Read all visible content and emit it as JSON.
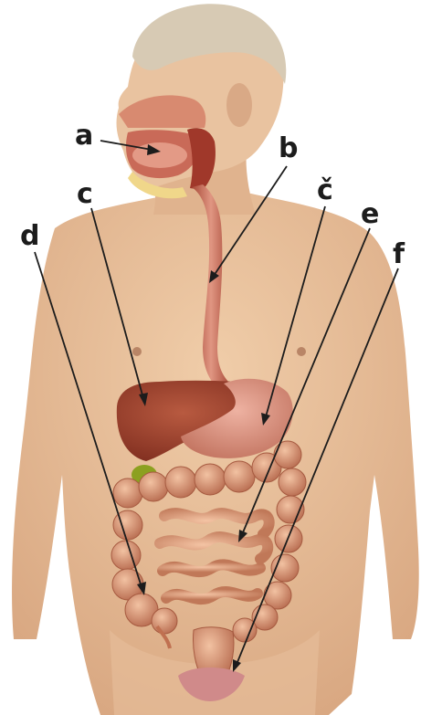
{
  "labels": {
    "a": "a",
    "b": "b",
    "c": "c",
    "c_caron": "č",
    "d": "d",
    "e": "e",
    "f": "f"
  },
  "colors": {
    "skin": "#e8c09c",
    "skin_shadow": "#c99572",
    "hair": "#d9cdb8",
    "liver": "#a0402c",
    "stomach": "#d88c80",
    "intestine": "#d99a78",
    "colon": "#d89a7c",
    "esophagus": "#c8705a",
    "gallbladder": "#8ca020",
    "leader_line": "#1c1c1c"
  }
}
